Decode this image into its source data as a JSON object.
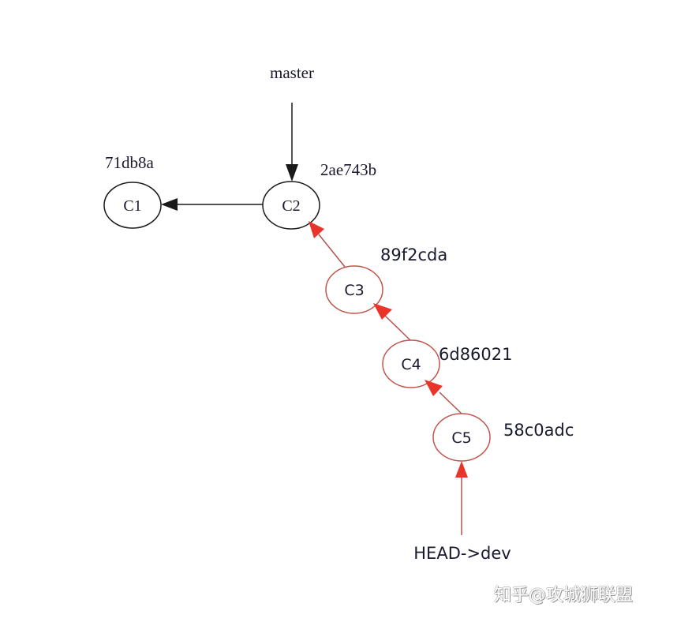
{
  "diagram": {
    "type": "git-commit-graph",
    "colors": {
      "master_branch": "#1a1a1a",
      "dev_branch_edge": "#b5534a",
      "dev_branch_arrow": "#e8342a",
      "dev_node_stroke": "#c0564c",
      "text": "#1a1a2e"
    },
    "nodes": [
      {
        "id": "C1",
        "label": "C1",
        "hash": "71db8a",
        "branch": "master"
      },
      {
        "id": "C2",
        "label": "C2",
        "hash": "2ae743b",
        "branch": "master"
      },
      {
        "id": "C3",
        "label": "C3",
        "hash": "89f2cda",
        "branch": "dev"
      },
      {
        "id": "C4",
        "label": "C4",
        "hash": "6d86021",
        "branch": "dev"
      },
      {
        "id": "C5",
        "label": "C5",
        "hash": "58c0adc",
        "branch": "dev"
      }
    ],
    "edges": [
      {
        "from": "C2",
        "to": "C1"
      },
      {
        "from": "C3",
        "to": "C2"
      },
      {
        "from": "C4",
        "to": "C3"
      },
      {
        "from": "C5",
        "to": "C4"
      }
    ],
    "pointers": [
      {
        "label": "master",
        "target": "C2"
      },
      {
        "label": "HEAD->dev",
        "target": "C5"
      }
    ]
  },
  "watermark": "知乎@攻城狮联盟"
}
